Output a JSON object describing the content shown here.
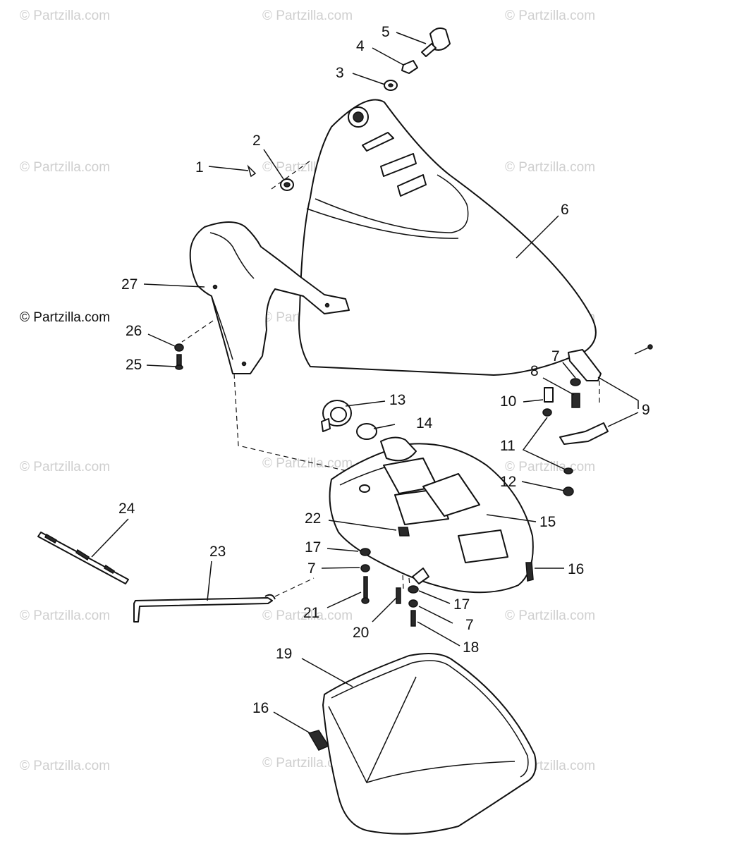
{
  "watermarks": {
    "text": "© Partzilla.com",
    "prominent_text": "© Partzilla.com"
  },
  "callouts": {
    "c1": "1",
    "c2": "2",
    "c3": "3",
    "c4": "4",
    "c5": "5",
    "c6": "6",
    "c7a": "7",
    "c7b": "7",
    "c7c": "7",
    "c8": "8",
    "c9": "9",
    "c10": "10",
    "c11": "11",
    "c12": "12",
    "c13": "13",
    "c14": "14",
    "c15": "15",
    "c16a": "16",
    "c16b": "16",
    "c17a": "17",
    "c17b": "17",
    "c18": "18",
    "c19": "19",
    "c20": "20",
    "c21": "21",
    "c22": "22",
    "c23": "23",
    "c24": "24",
    "c25": "25",
    "c26": "26",
    "c27": "27"
  },
  "colors": {
    "line": "#111111",
    "watermark": "#cfcfcf",
    "background": "#ffffff"
  }
}
